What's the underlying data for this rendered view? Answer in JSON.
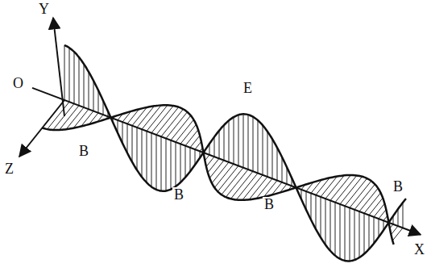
{
  "diagram": {
    "labels": [
      "Y",
      "O",
      "E",
      "Z",
      "B",
      "B",
      "B",
      "B",
      "X"
    ]
  }
}
